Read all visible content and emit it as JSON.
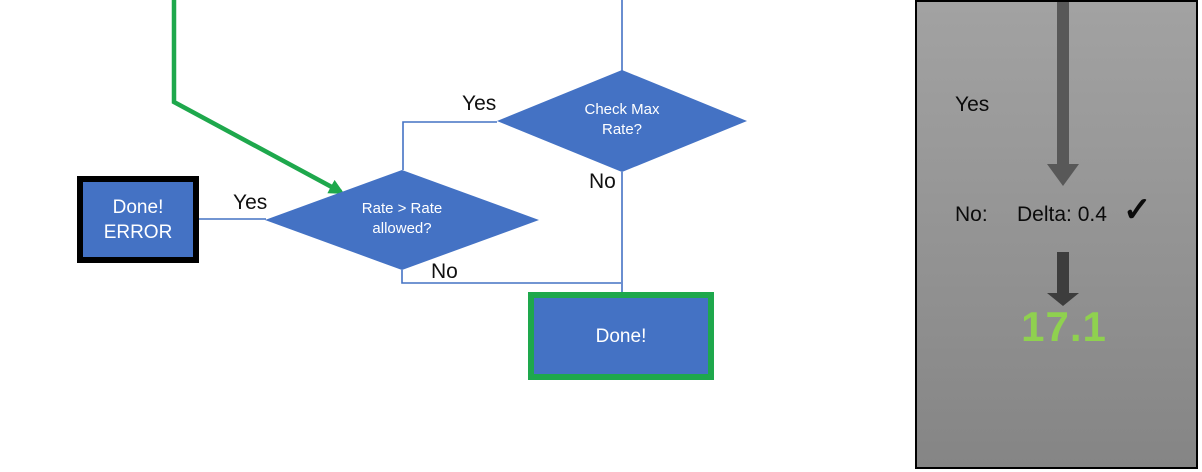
{
  "flowchart": {
    "decision_check_max_rate": {
      "line1": "Check Max",
      "line2": "Rate?"
    },
    "decision_rate_allowed": {
      "line1": "Rate > Rate",
      "line2": "allowed?"
    },
    "done_error_box": {
      "line1": "Done!",
      "line2": "ERROR"
    },
    "done_box": {
      "label": "Done!"
    },
    "edge_labels": {
      "yes_top": "Yes",
      "no_top": "No",
      "yes_left": "Yes",
      "no_bottom": "No"
    }
  },
  "side_panel": {
    "yes_label": "Yes",
    "no_label": "No:",
    "delta_label": "Delta: 0.4",
    "checkmark_icon": "✓",
    "result_value": "17.1"
  },
  "colors": {
    "shape_blue": "#4472C4",
    "connector_blue": "#4472C4",
    "accent_green": "#1EA84C",
    "result_green": "#8FD14F",
    "arrow_gray": "#585858",
    "arrow_dark_gray": "#3D3D3D",
    "panel_gray": "#979797",
    "border_black": "#000000"
  }
}
